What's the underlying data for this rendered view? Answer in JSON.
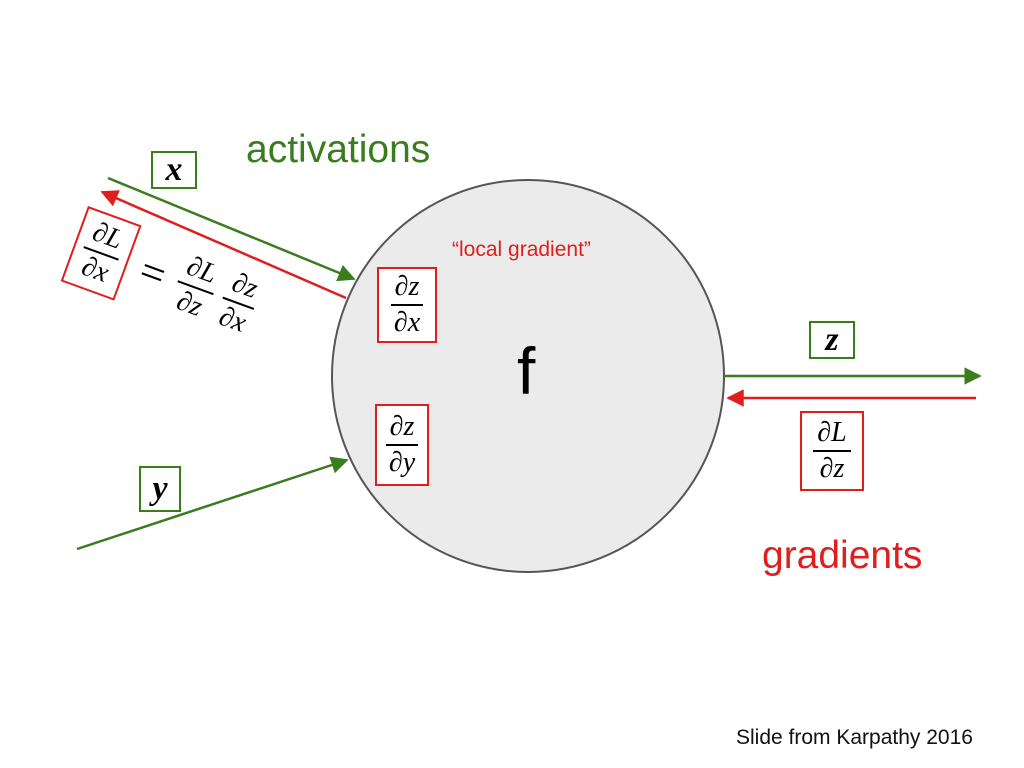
{
  "colors": {
    "activation": "#3a7d1e",
    "gradient": "#e01e1e",
    "node_fill": "#ebebeb",
    "node_stroke": "#555555"
  },
  "labels": {
    "activations": "activations",
    "gradients": "gradients",
    "local_gradient": "“local gradient”",
    "node": "f",
    "credit": "Slide from Karpathy 2016"
  },
  "inputs": {
    "x": "x",
    "y": "y",
    "z": "z"
  },
  "math": {
    "partial": "∂",
    "L": "L",
    "x": "x",
    "y": "y",
    "z": "z",
    "equals": "="
  }
}
